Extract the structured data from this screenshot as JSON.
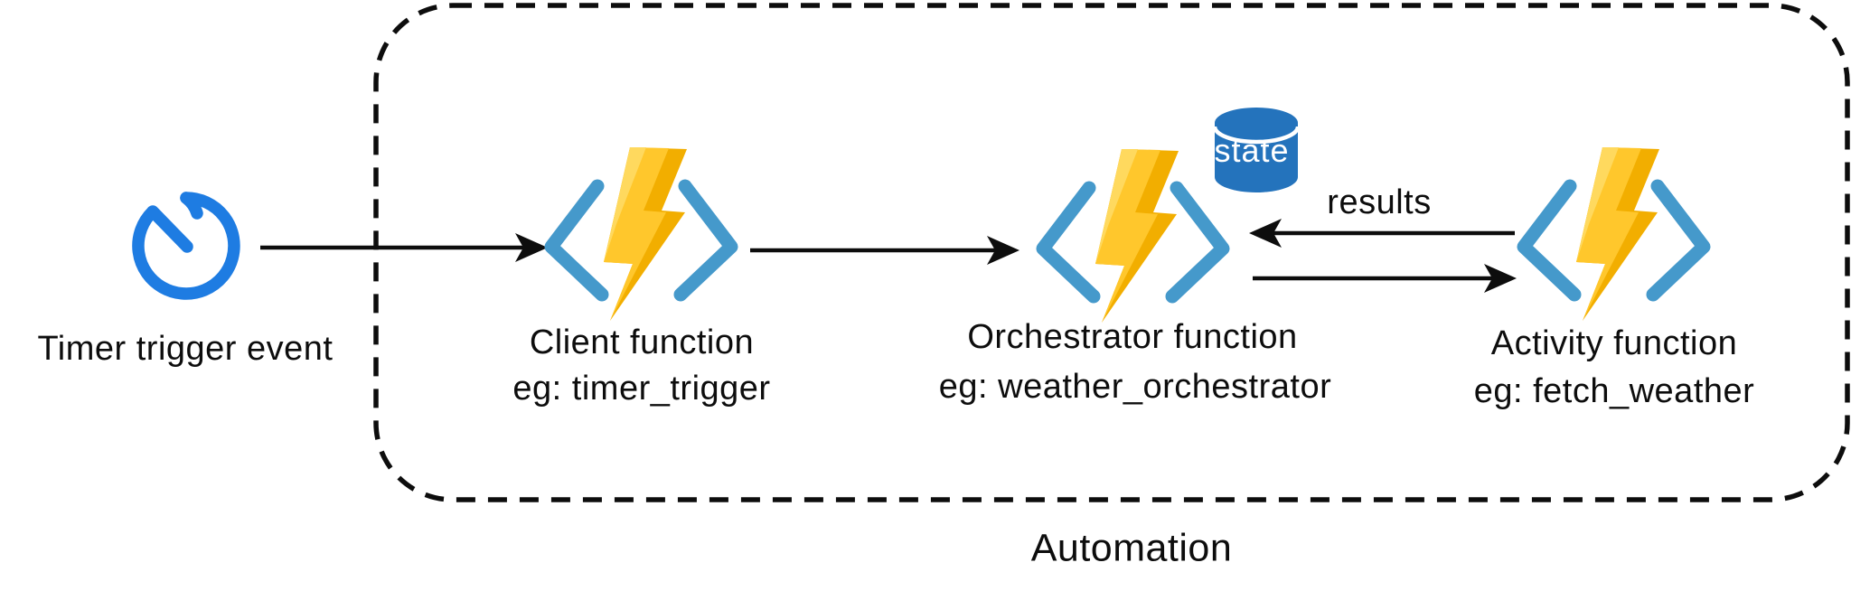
{
  "diagram": {
    "group": {
      "label": "Automation"
    },
    "trigger": {
      "label": "Timer trigger event",
      "icon": "timer-clock-icon"
    },
    "functions": [
      {
        "name": "Client function",
        "example": "eg: timer_trigger",
        "icon": "azure-functions-lightning-icon"
      },
      {
        "name": "Orchestrator function",
        "example": "eg: weather_orchestrator",
        "icon": "azure-functions-lightning-icon"
      },
      {
        "name": "Activity function",
        "example": "eg: fetch_weather",
        "icon": "azure-functions-lightning-icon"
      }
    ],
    "state_store": {
      "label": "state",
      "icon": "database-cylinder-icon"
    },
    "edges": {
      "results_label": "results"
    },
    "colors": {
      "function_bracket_blue": "#4599CB",
      "bolt_yellow": "#FFC72C",
      "bolt_gold": "#F2AE00",
      "bolt_highlight": "#FFD95E",
      "timer_blue": "#1E7CE2",
      "state_db_blue": "#2473BC",
      "arrow_black": "#0d0d0d",
      "background": "#ffffff"
    }
  }
}
